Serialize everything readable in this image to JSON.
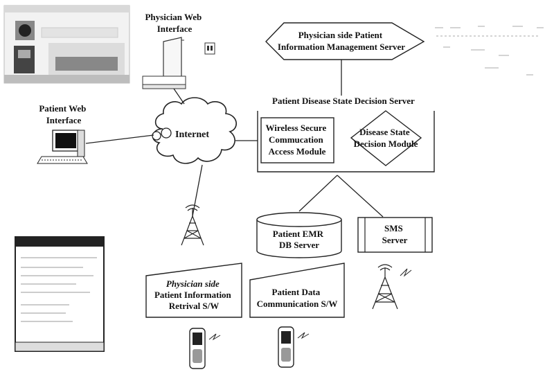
{
  "labels": {
    "physician_web_interface": [
      "Physician Web",
      "Interface"
    ],
    "patient_web_interface": [
      "Patient Web",
      "Interface"
    ],
    "internet": "Internet",
    "physician_info_server": [
      "Physician side Patient",
      "Information Management Server"
    ],
    "decision_server": "Patient Disease State Decision Server",
    "wireless_module": [
      "Wireless Secure",
      "Commucation",
      "Access Module"
    ],
    "decision_module": [
      "Disease State",
      "Decision Module"
    ],
    "emr_db": [
      "Patient EMR",
      "DB Server"
    ],
    "sms_server": [
      "SMS",
      "Server"
    ],
    "physician_sw": [
      "Physician side",
      "Patient  Information",
      "Retrival S/W"
    ],
    "patient_sw": [
      "Patient Data",
      "Communication S/W"
    ]
  },
  "icons": [
    "web-screenshot-icon",
    "printer-icon",
    "monitor-icon",
    "desktop-computer-icon",
    "radio-tower-icon",
    "pda-screen-icon",
    "mobile-phone-icon"
  ]
}
